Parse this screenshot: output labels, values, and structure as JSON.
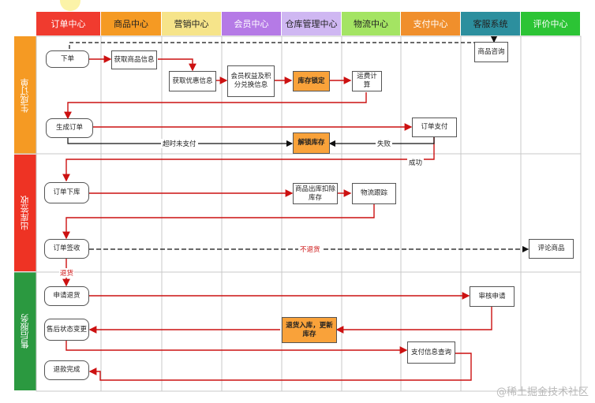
{
  "columns": [
    {
      "label": "订单中心",
      "color": "#f03b2f",
      "dark": false
    },
    {
      "label": "商品中心",
      "color": "#f59a23",
      "dark": true
    },
    {
      "label": "营销中心",
      "color": "#f6e48a",
      "dark": true
    },
    {
      "label": "会员中心",
      "color": "#b57ae6",
      "dark": false
    },
    {
      "label": "仓库管理中心",
      "color": "#cfb7f2",
      "dark": true
    },
    {
      "label": "物流中心",
      "color": "#a4e463",
      "dark": true
    },
    {
      "label": "支付中心",
      "color": "#f08f2c",
      "dark": false
    },
    {
      "label": "客服系统",
      "color": "#2c8f9e",
      "dark": true
    },
    {
      "label": "评价中心",
      "color": "#2cc435",
      "dark": false
    }
  ],
  "lanes": [
    {
      "label": "生成订单",
      "color": "#f59a23"
    },
    {
      "label": "出库签收",
      "color": "#ee3324"
    },
    {
      "label": "售后服务",
      "color": "#2b9940"
    }
  ],
  "nodes": {
    "xia_dan": "下单",
    "get_product": "获取商品信息",
    "product_consult": "商品咨询",
    "get_promo": "获取优惠信息",
    "member_rights": "会员权益及积分兑换信息",
    "stock_lock": "库存锁定",
    "freight": "运费计算",
    "gen_order": "生成订单",
    "order_pay": "订单支付",
    "unlock_stock": "解锁库存",
    "order_ship": "订单下库",
    "goods_out": "商品出库扣除库存",
    "logistics_track": "物流跟踪",
    "order_sign": "订单签收",
    "review": "评论商品",
    "apply_return": "申请退货",
    "audit": "审核申请",
    "after_status": "售后状态变更",
    "return_stock": "退货入库，更新库存",
    "pay_query": "支付信息查询",
    "refund_done": "退款完成"
  },
  "edge_labels": {
    "timeout": "超时未支付",
    "fail": "失败",
    "success": "成功",
    "no_return": "不退货",
    "return": "退货"
  },
  "watermark": "@稀土掘金技术社区",
  "colors": {
    "arrow_red": "#cc1111",
    "arrow_black": "#111111"
  }
}
